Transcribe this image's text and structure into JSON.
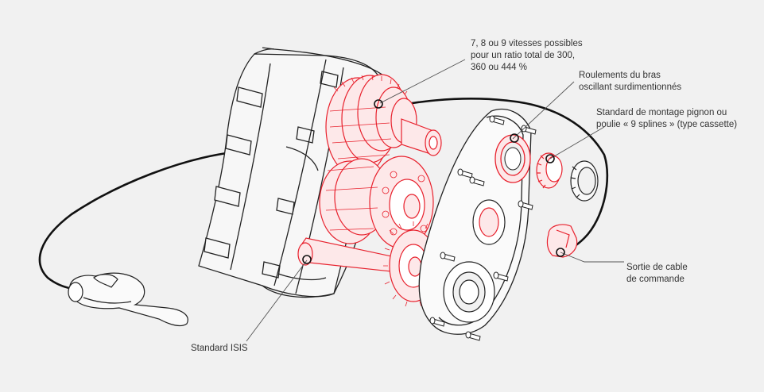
{
  "colors": {
    "background": "#f1f1f1",
    "outline": "#222222",
    "accent_red": "#e8212d",
    "text": "#333333",
    "leader": "#555555"
  },
  "callouts": {
    "speeds": {
      "lines": [
        "7, 8 ou 9 vitesses possibles",
        "pour un ratio total de 300,",
        "360 ou 444 %"
      ]
    },
    "bearings": {
      "lines": [
        "Roulements du bras",
        "oscillant surdimentionnés"
      ]
    },
    "mount": {
      "lines": [
        "Standard de montage pignon ou",
        "poulie « 9 splines » (type cassette)"
      ]
    },
    "cable": {
      "lines": [
        "Sortie de cable",
        "de commande"
      ]
    },
    "isis": {
      "lines": [
        "Standard ISIS"
      ]
    }
  }
}
